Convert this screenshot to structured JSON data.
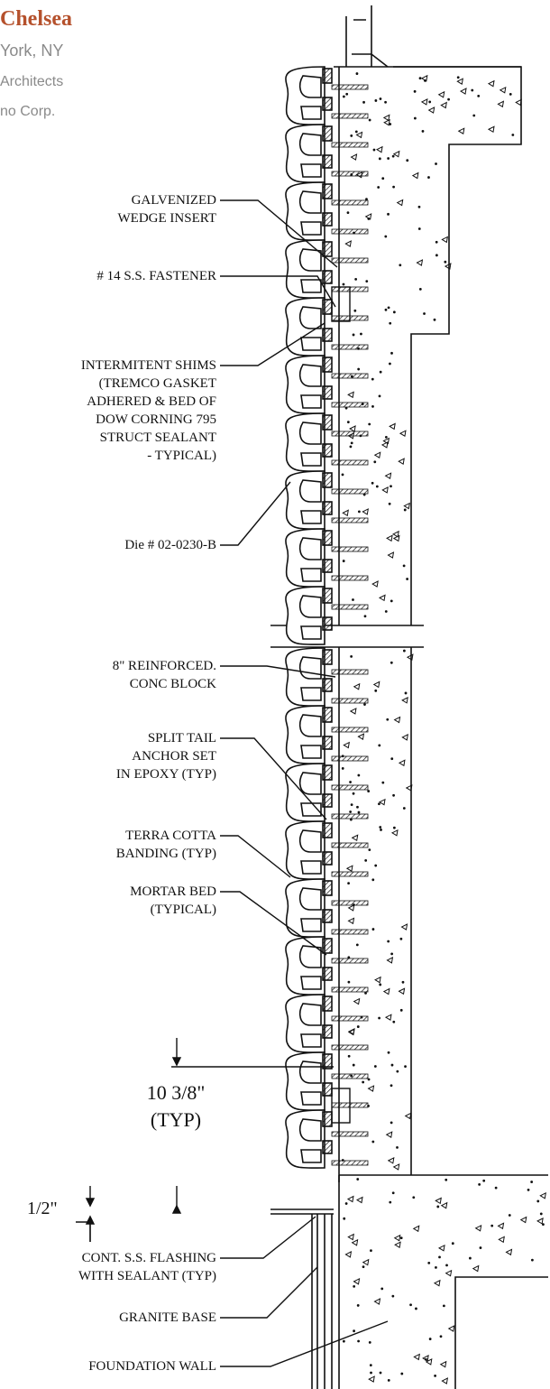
{
  "header": {
    "title": "Chelsea",
    "location": "York, NY",
    "architect": "Architects",
    "contractor": "no Corp."
  },
  "labels": {
    "wedge": "GALVENIZED\nWEDGE INSERT",
    "fastener": "# 14 S.S. FASTENER",
    "shims": "INTERMITENT SHIMS\n(TREMCO GASKET\nADHERED & BED OF\nDOW CORNING 795\nSTRUCT SEALANT\n- TYPICAL)",
    "die": "Die # 02-0230-B",
    "block": "8\" REINFORCED.\nCONC  BLOCK",
    "anchor": "SPLIT TAIL\nANCHOR SET\nIN EPOXY (TYP)",
    "banding": "TERRA COTTA\nBANDING (TYP)",
    "mortar": "MORTAR BED\n(TYPICAL)",
    "dim_main": "10 3/8\"\n(TYP)",
    "dim_small": "1/2\"",
    "flashing": "CONT. S.S. FLASHING\nWITH SEALANT (TYP)",
    "granite": "GRANITE BASE",
    "foundation": "FOUNDATION WALL"
  },
  "colors": {
    "accent": "#b5512c",
    "ink": "#111111",
    "muted": "#8a8a8a"
  }
}
